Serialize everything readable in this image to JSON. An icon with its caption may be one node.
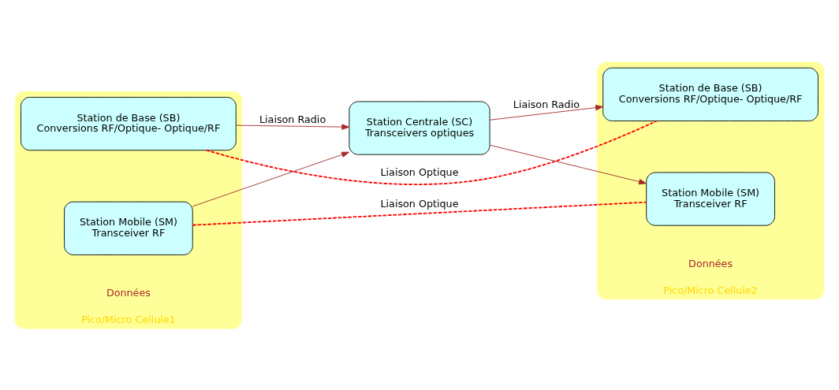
{
  "diagram": {
    "nodes": [
      {
        "text": [
          "Pico/Micro Cellule1"
        ]
      },
      {
        "text": [
          "Station de Base (SB)",
          "Conversions RF/Optique- Optique/RF"
        ],
        "in": 0
      },
      {
        "text": [
          "Station Mobile (SM)",
          "Transceiver RF"
        ],
        "in": 0
      },
      {
        "text": [
          "Station Centrale (SC)",
          "Transceivers optiques"
        ]
      },
      {
        "text": [
          "Pico/Micro Cellule2"
        ]
      },
      {
        "text": [
          "Station de Base (SB)",
          "Conversions RF/Optique- Optique/RF"
        ],
        "in": 4
      },
      {
        "text": [
          "Station Mobile (SM)",
          "Transceiver RF"
        ],
        "in": 4
      }
    ],
    "edges": [
      {
        "from": 1,
        "to": 5,
        "arrow": "none",
        "label": "Liaison Optique",
        "style": "dashed",
        "color": "#ff0000"
      },
      {
        "from": 1,
        "to": 3,
        "arrow": "to",
        "label": "Liaison Radio"
      },
      {
        "from": 3,
        "to": 5,
        "arrow": "to",
        "label": "Liaison Radio"
      },
      {
        "from": 2,
        "to": 3,
        "arrow": "to"
      },
      {
        "from": 3,
        "to": 6,
        "arrow": "to"
      },
      {
        "from": 2,
        "to": 6,
        "arrow": "none",
        "label": "Liaison Optique",
        "style": "dashed",
        "color": "#ff0000"
      }
    ],
    "labels": [
      "Données",
      "Données"
    ]
  }
}
